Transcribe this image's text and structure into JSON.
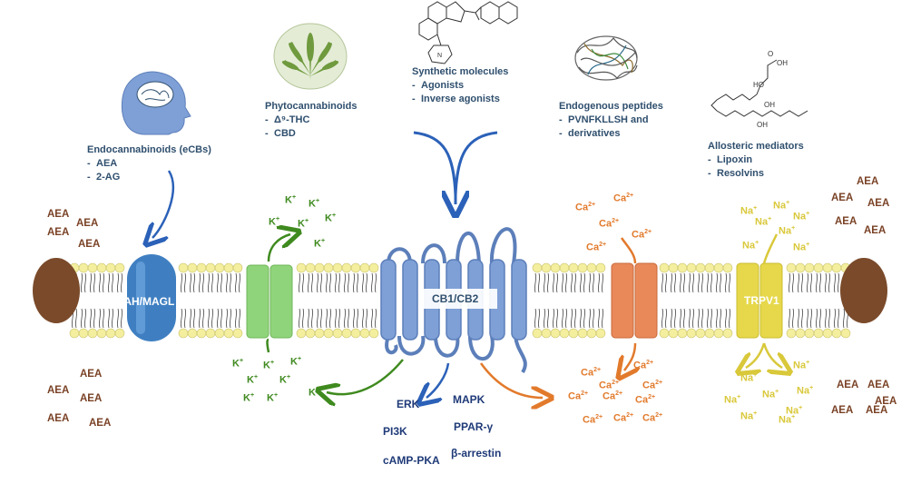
{
  "sources": {
    "endocannabinoids": {
      "title": "Endocannabinoids (eCBs)",
      "items": [
        "AEA",
        "2-AG"
      ]
    },
    "phytocannabinoids": {
      "title": "Phytocannabinoids",
      "items": [
        "Δ⁹-THC",
        "CBD"
      ]
    },
    "synthetic": {
      "title": "Synthetic molecules",
      "items": [
        "Agonists",
        "Inverse agonists"
      ]
    },
    "peptides": {
      "title": "Endogenous peptides",
      "items": [
        "PVNFKLLSH and",
        "derivatives"
      ]
    },
    "allosteric": {
      "title": "Allosteric mediators",
      "items": [
        "Lipoxin",
        "Resolvins"
      ]
    }
  },
  "proteins": {
    "enzyme": "FAAH/MAGL",
    "receptor": "CB1/CB2",
    "trpv": "TRPV1"
  },
  "ions": {
    "aea": "AEA",
    "k": "K",
    "ca": "Ca",
    "na": "Na",
    "k_charge": "+",
    "ca_charge": "2+",
    "na_charge": "+"
  },
  "pathways": {
    "erk": "ERK",
    "pi3k": "PI3K",
    "camp": "cAMP-PKA",
    "mapk": "MAPK",
    "ppar": "PPAR-γ",
    "arrestin": "β-arrestin"
  },
  "colors": {
    "enzyme": "#3f7fc1",
    "k_channel": "#8fd47a",
    "receptor": "#7fa0d6",
    "ca_channel": "#e9895a",
    "trpv": "#e6d84a",
    "anchor": "#7a4a2a",
    "lipid_head": "#f3ef9e"
  }
}
